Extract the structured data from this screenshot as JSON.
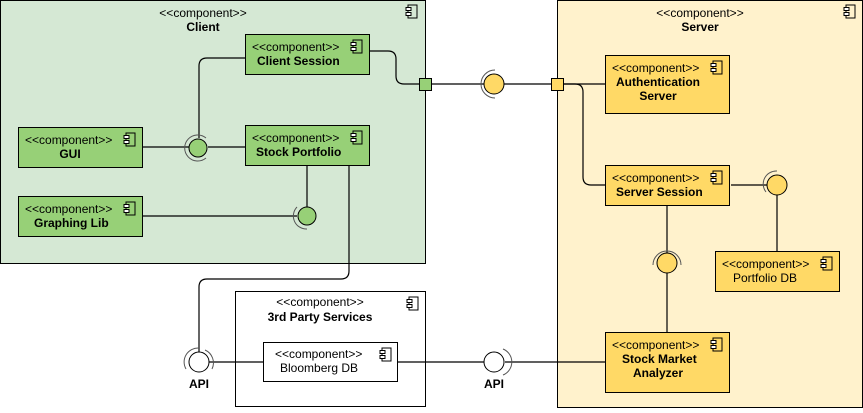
{
  "diagram": {
    "type": "UML component diagram",
    "stereotype": "<<component>>",
    "colors": {
      "client_container_fill": "#d5e8d4",
      "client_component_fill": "#97d077",
      "server_container_fill": "#fff2cc",
      "server_component_fill": "#ffd966",
      "third_party_fill": "#ffffff",
      "stroke": "#000000"
    },
    "containers": {
      "client": {
        "stereotype": "<<component>>",
        "name": "Client"
      },
      "server": {
        "stereotype": "<<component>>",
        "name": "Server"
      },
      "third_party": {
        "stereotype": "<<component>>",
        "name": "3rd Party Services"
      }
    },
    "components": {
      "client_session": {
        "stereotype": "<<component>>",
        "name": "Client Session"
      },
      "gui": {
        "stereotype": "<<component>>",
        "name": "GUI"
      },
      "stock_portfolio": {
        "stereotype": "<<component>>",
        "name": "Stock Portfolio"
      },
      "graphing_lib": {
        "stereotype": "<<component>>",
        "name": "Graphing Lib"
      },
      "authentication_server": {
        "stereotype": "<<component>>",
        "name_line1": "Authentication",
        "name_line2": "Server"
      },
      "server_session": {
        "stereotype": "<<component>>",
        "name": "Server Session"
      },
      "portfolio_db": {
        "stereotype": "<<component>>",
        "name": "Portfolio DB"
      },
      "stock_market_analyzer": {
        "stereotype": "<<component>>",
        "name_line1": "Stock Market",
        "name_line2": "Analyzer"
      },
      "bloomberg_db": {
        "stereotype": "<<component>>",
        "name": "Bloomberg DB"
      }
    },
    "interfaces": {
      "api_left": {
        "label": "API"
      },
      "api_right": {
        "label": "API"
      }
    }
  }
}
